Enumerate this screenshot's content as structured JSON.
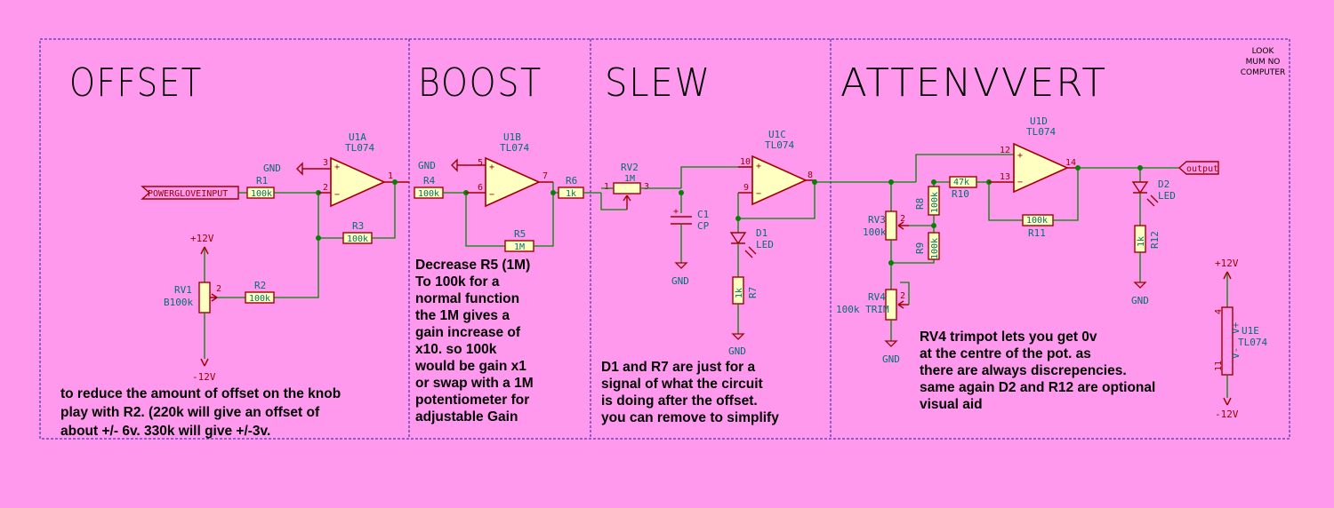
{
  "sections": {
    "offset_title": "OFFSET",
    "boost_title": "BOOST",
    "slew_title": "SLEW",
    "attenuvert_title": "ATTENVVERT"
  },
  "logo": [
    "LOOK",
    "MUM NO",
    "COMPUTER"
  ],
  "notes": {
    "offset": [
      "to reduce the amount of offset on the knob",
      "play with R2. (220k will give an offset of",
      "about +/- 6v. 330k will give +/-3v."
    ],
    "boost": [
      "Decrease R5 (1M)",
      "To 100k for a",
      "normal function",
      "the 1M gives a",
      "gain increase of",
      "x10. so 100k",
      "would be gain x1",
      "or swap with a 1M",
      "potentiometer for",
      "adjustable Gain"
    ],
    "slew": [
      "D1 and R7 are just for a",
      "signal of what the circuit",
      "is doing after the offset.",
      "you can remove to simplify"
    ],
    "attenuvert": [
      "RV4 trimpot lets you get 0v",
      "at the centre of the pot. as",
      "there are always discrepencies.",
      "same again D2 and R12 are optional",
      "visual aid"
    ]
  },
  "labels": {
    "input": "POWERGLOVEINPUT",
    "output": "output",
    "gnd": "GND",
    "pos12": "+12V",
    "neg12": "-12V",
    "u1a": "U1A",
    "u1b": "U1B",
    "u1c": "U1C",
    "u1d": "U1D",
    "u1e": "U1E",
    "tl074": "TL074",
    "r1": "R1",
    "r2": "R2",
    "r3": "R3",
    "r4": "R4",
    "r5": "R5",
    "r6": "R6",
    "r7": "R7",
    "r8": "R8",
    "r9": "R9",
    "r10": "R10",
    "r11": "R11",
    "r12": "R12",
    "rv1": "RV1",
    "rv1v": "B100k",
    "rv2": "RV2",
    "rv2v": "1M",
    "rv3": "RV3",
    "rv3v": "100k",
    "rv4": "RV4",
    "rv4v": "100k TRIM",
    "c1": "C1",
    "c1v": "CP",
    "d1": "D1",
    "d2": "D2",
    "led": "LED",
    "v100k": "100k",
    "v1M": "1M",
    "v1k": "1k",
    "v47k": "47k",
    "vplus": "V+",
    "vminus": "V-"
  },
  "pins": {
    "p1": "1",
    "p2": "2",
    "p3": "3",
    "p4": "4",
    "p5": "5",
    "p6": "6",
    "p7": "7",
    "p8": "8",
    "p9": "9",
    "p10": "10",
    "p11": "11",
    "p12": "12",
    "p13": "13",
    "p14": "14",
    "plus": "+",
    "minus": "−"
  },
  "colors": {
    "background": "#ff99ee",
    "wire": "#008400",
    "component": "#a00000",
    "body": "#ffffc2",
    "label": "#006e6e",
    "border": "#2020a0"
  }
}
